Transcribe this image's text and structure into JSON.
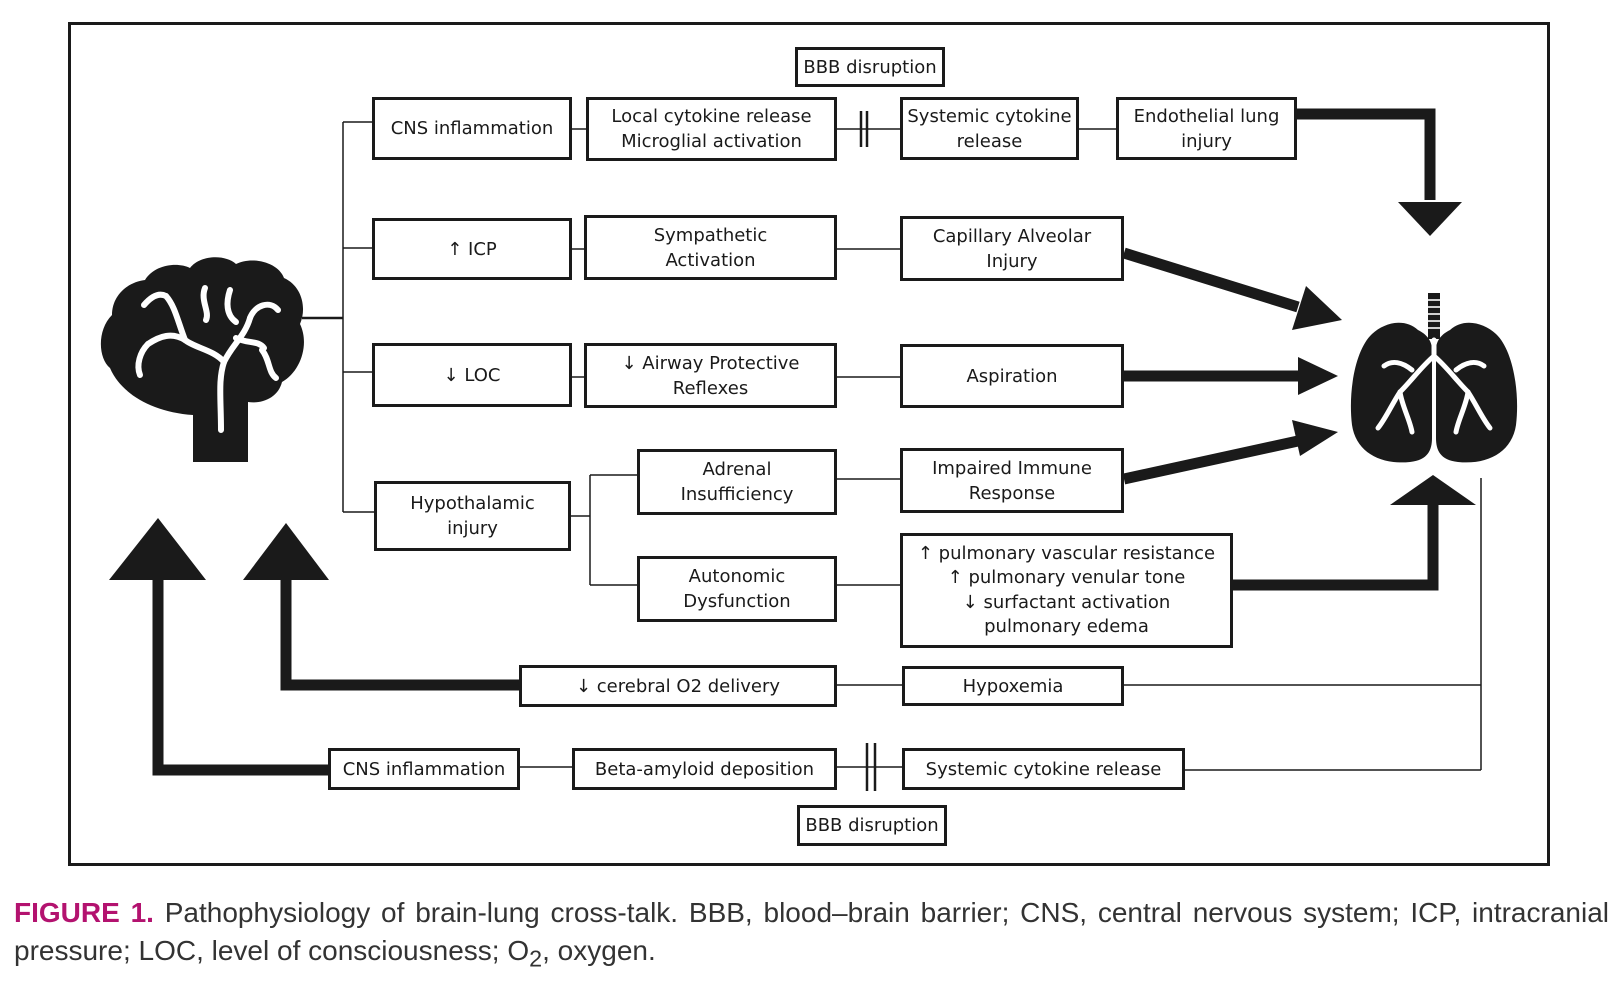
{
  "boxes": {
    "bbb_top": "BBB disruption",
    "cns_inflammation_top": "CNS inflammation",
    "local_cytokine": [
      "Local cytokine release",
      "Microglial activation"
    ],
    "systemic_cytokine_top": [
      "Systemic cytokine",
      "release"
    ],
    "endothelial": [
      "Endothelial lung",
      "injury"
    ],
    "icp": "↑ ICP",
    "sympathetic": [
      "Sympathetic",
      "Activation"
    ],
    "capillary": [
      "Capillary Alveolar",
      "Injury"
    ],
    "loc": "↓ LOC",
    "airway": [
      "↓ Airway Protective",
      "Reflexes"
    ],
    "aspiration": "Aspiration",
    "hypothalamic": [
      "Hypothalamic",
      "injury"
    ],
    "adrenal": [
      "Adrenal",
      "Insufficiency"
    ],
    "immune": [
      "Impaired Immune",
      "Response"
    ],
    "autonomic": [
      "Autonomic",
      "Dysfunction"
    ],
    "pulmonary": [
      "↑ pulmonary vascular resistance",
      "↑ pulmonary venular tone",
      "↓ surfactant activation",
      "pulmonary edema"
    ],
    "cerebral_o2": "↓ cerebral O2 delivery",
    "hypoxemia": "Hypoxemia",
    "cns_inflammation_bottom": "CNS inflammation",
    "beta_amyloid": "Beta-amyloid deposition",
    "systemic_cytokine_bottom": "Systemic cytokine release",
    "bbb_bottom": "BBB disruption"
  },
  "icons": {
    "brain": "brain-icon",
    "lungs": "lungs-icon"
  },
  "caption": {
    "label": "FIGURE 1.",
    "text": "Pathophysiology of brain-lung cross-talk. BBB, blood–brain barrier; CNS, central nervous system; ICP, intracranial pressure; LOC, level of consciousness; O",
    "sub": "2",
    "text_end": ", oxygen."
  },
  "colors": {
    "ink": "#1a1a1a",
    "caption_label": "#b3126f",
    "caption_text": "#333333"
  }
}
